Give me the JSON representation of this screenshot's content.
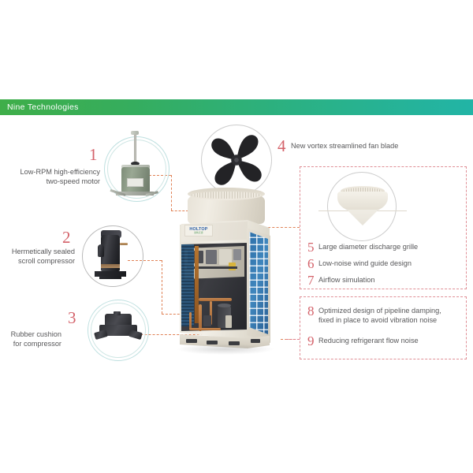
{
  "banner": {
    "title": "Nine Technologies"
  },
  "product": {
    "brand": "HOLTOP",
    "brand_sub": "豪特沃德",
    "unit_name": "modular air-cooled heat pump outdoor unit"
  },
  "left_items": [
    {
      "number": "1",
      "label": "Low-RPM high-efficiency\ntwo-speed motor",
      "photo": "electric-motor"
    },
    {
      "number": "2",
      "label": "Hermetically sealed\nscroll compressor",
      "photo": "scroll-compressor"
    },
    {
      "number": "3",
      "label": "Rubber cushion\nfor compressor",
      "photo": "rubber-cushion"
    }
  ],
  "top_item": {
    "number": "4",
    "label": "New vortex streamlined fan blade",
    "photo": "axial-fan-blade"
  },
  "box_upper": {
    "photo": "discharge-grille",
    "rows": [
      {
        "number": "5",
        "text": "Large diameter discharge grille"
      },
      {
        "number": "6",
        "text": "Low-noise wind guide design"
      },
      {
        "number": "7",
        "text": "Airflow simulation"
      }
    ]
  },
  "box_lower": {
    "rows": [
      {
        "number": "8",
        "text": "Optimized design of pipeline damping,\nfixed in place to avoid vibration noise"
      },
      {
        "number": "9",
        "text": "Reducing refrigerant flow noise"
      }
    ]
  },
  "colors": {
    "banner_start": "#3fae49",
    "banner_end": "#22b4a6",
    "number_red": "#d4626a",
    "text_grey": "#58585a",
    "dash_orange": "#e08256",
    "dash_pink": "#e08f96",
    "coil_blue": "#2e6fa8",
    "circle_teal": "#bfe0e0"
  }
}
